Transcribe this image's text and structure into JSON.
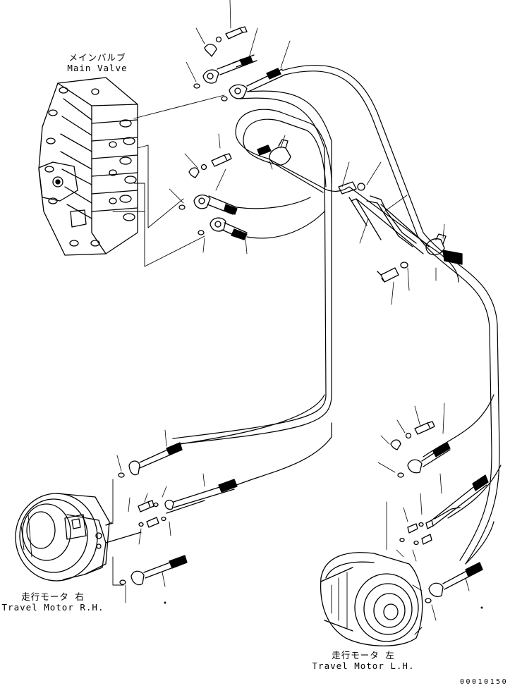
{
  "labels": {
    "main_valve": {
      "jp": "メインバルブ",
      "en": "Main Valve"
    },
    "travel_motor_rh": {
      "jp": "走行モータ 右",
      "en": "Travel Motor R.H."
    },
    "travel_motor_lh": {
      "jp": "走行モータ 左",
      "en": "Travel Motor L.H."
    }
  },
  "figure_code": "00010150",
  "colors": {
    "ink": "#000000",
    "paper": "#ffffff"
  }
}
